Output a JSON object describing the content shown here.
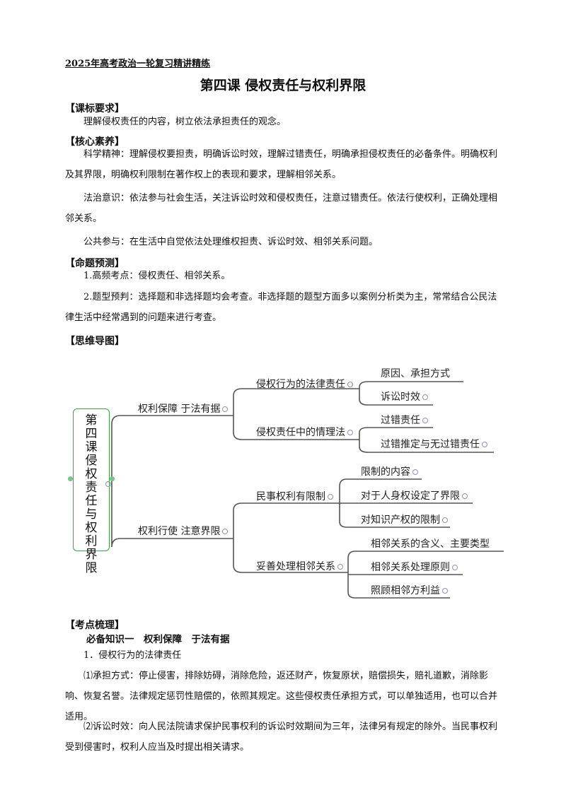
{
  "header": {
    "series_title": "2025年高考政治一轮复习精讲精练"
  },
  "lesson_title": "第四课 侵权责任与权利界限",
  "sections": {
    "curriculum": {
      "heading": "【课标要求】",
      "text": "理解侵权责任的内容，树立依法承担责任的观念。"
    },
    "core_literacy": {
      "heading": "【核心素养】",
      "p1": "科学精神：理解侵权要担责，明确诉讼时效，理解过错责任，明确承担侵权责任的必备条件。明确权利及其界限，明确权利限制在著作权上的表现和要求，理解相邻关系。",
      "p2": "法治意识：依法参与社会生活，关注诉讼时效和侵权责任，注意过错责任。依法行使权利，正确处理相邻关系。",
      "p3": "公共参与：在生活中自觉依法处理维权担责、诉讼时效、相邻关系问题。"
    },
    "prediction": {
      "heading": "【命题预测】",
      "p1": "1.高频考点：侵权责任、相邻关系。",
      "p2": "2.题型预判：选择题和非选择题均会考查。非选择题的题型方面多以案例分析类为主，常常结合公民法律生活中经常遇到的问题来进行考查。"
    },
    "mindmap": {
      "heading": "【思维导图】",
      "center": "第四课 侵权责任与权利界限",
      "branch1": "权利保障 于法有据",
      "b1_sub1": "侵权行为的法律责任",
      "b1_sub1_a": "原因、承担方式",
      "b1_sub1_b": "诉讼时效",
      "b1_sub2": "侵权责任中的情理法",
      "b1_sub2_a": "过错责任",
      "b1_sub2_b": "过错推定与无过错责任",
      "branch2": "权利行使 注意界限",
      "b2_sub1": "民事权利有限制",
      "b2_sub1_a": "限制的内容",
      "b2_sub1_b": "对于人身权设定了界限",
      "b2_sub1_c": "对知识产权的限制",
      "b2_sub2": "妥善处理相邻关系",
      "b2_sub2_a": "相邻关系的含义、主要类型",
      "b2_sub2_b": "相邻关系处理原则",
      "b2_sub2_c": "照顾相邻方利益"
    },
    "points": {
      "heading": "【考点梳理】",
      "knowledge_title": "必备知识一　权利保障　于法有据",
      "item1": "1．侵权行为的法律责任",
      "item1_p1": "⑴承担方式：停止侵害，排除妨碍，消除危险，返还财产，恢复原状，赔偿损失，赔礼道歉，消除影响、恢复名誉。法律规定惩罚性赔偿的，依照其规定。这些侵权责任承担方式，可以单独适用，也可以合并适用。",
      "item1_p2": "⑵诉讼时效：向人民法院请求保护民事权利的诉讼时效期间为三年，法律另有规定的除外。当民事权利受到侵害时，权利人应当及时提出相关请求。"
    }
  }
}
